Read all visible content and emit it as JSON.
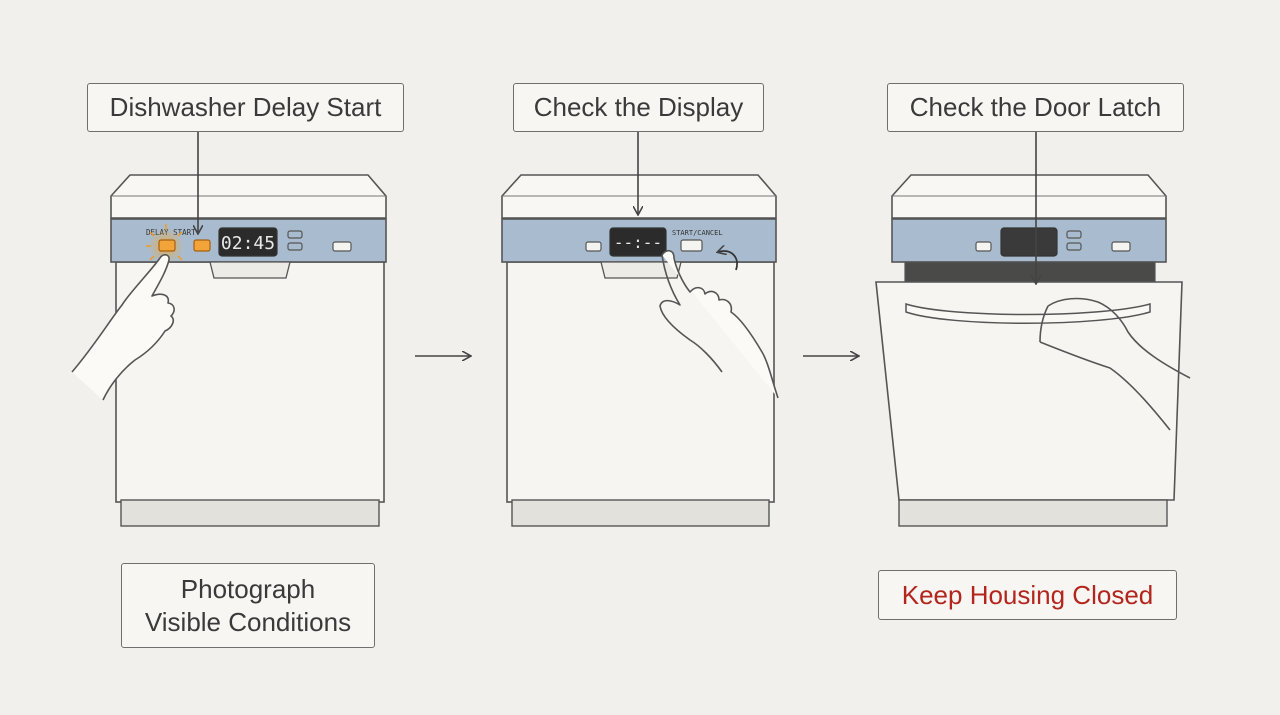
{
  "steps": [
    {
      "title": "Dishwasher Delay Start",
      "panel_label": "DELAY START",
      "display": "02:45"
    },
    {
      "title": "Check the Display",
      "panel_label": "START/CANCEL",
      "display": "--:--"
    },
    {
      "title": "Check the Door Latch"
    }
  ],
  "notes": {
    "photograph_line1": "Photograph",
    "photograph_line2": "Visible Conditions",
    "warning": "Keep Housing Closed"
  },
  "colors": {
    "panel": "#a9bccf",
    "highlight": "#f2a33a",
    "warning": "#b3261e"
  },
  "icons": [
    "arrow-right-icon",
    "curved-arrow-icon",
    "hand-icon"
  ]
}
